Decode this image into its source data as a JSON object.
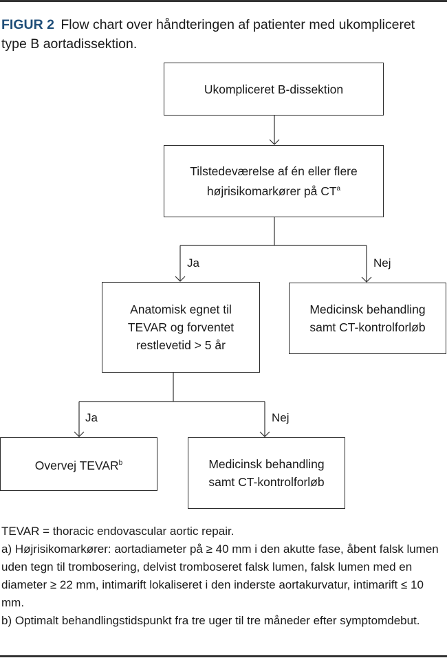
{
  "caption": {
    "label": "FIGUR 2",
    "text": "Flow chart over håndteringen af patienter med ukompliceret type B aortadissektion."
  },
  "nodes": {
    "start": "Ukompliceret B-dissektion",
    "risk": "Tilstedeværelse af én eller flere\nhøjrisikomarkører på CT",
    "risk_sup": "a",
    "anatomy": "Anatomisk egnet til\nTEVAR og forventet\nrestlevetid > 5 år",
    "medical_1": "Medicinsk behandling\nsamt CT-kontrolforløb",
    "tevar": "Overvej TEVAR",
    "tevar_sup": "b",
    "medical_2": "Medicinsk behandling\nsamt CT-kontrolforløb"
  },
  "edges": {
    "yes_1": "Ja",
    "no_1": "Nej",
    "yes_2": "Ja",
    "no_2": "Nej"
  },
  "footnotes": {
    "abbrev": "TEVAR = thoracic endovascular aortic repair.",
    "a": "a) Højrisikomarkører: aortadiameter på ≥ 40 mm i den akutte fase, åbent falsk lumen uden tegn til trombosering, delvist tromboseret falsk lumen, falsk lumen med en diameter ≥ 22 mm, intimarift lokaliseret i den inderste aortakurvatur, intimarift ≤ 10 mm.",
    "b": "b) Optimalt behandlingstidspunkt fra tre uger til tre måneder efter symptomdebut."
  },
  "colors": {
    "label_accent": "#1f4e79",
    "lines": "#333333"
  }
}
